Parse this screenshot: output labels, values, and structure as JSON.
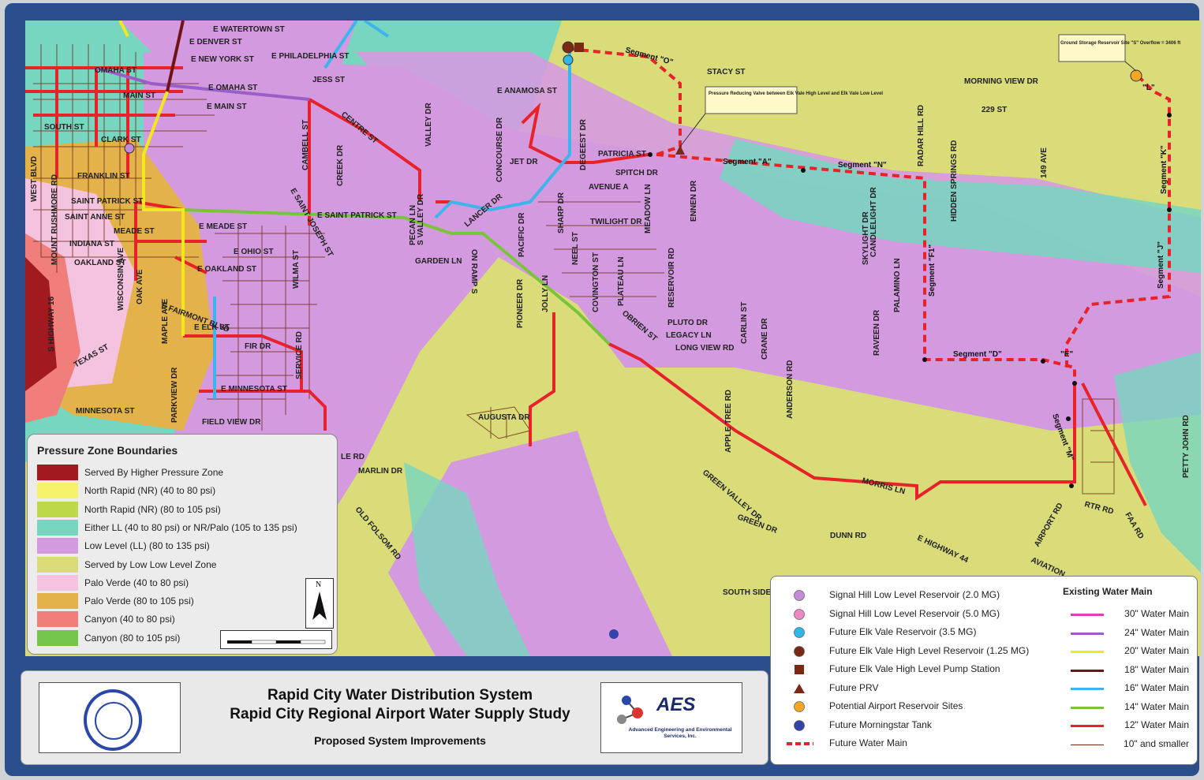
{
  "colors": {
    "higher": "#a11a1f",
    "nr40": "#f6f36a",
    "nr80": "#bcd94a",
    "either": "#76d6bf",
    "low": "#d49ae0",
    "lowlow": "#d9dc78",
    "pv40": "#f4c3df",
    "pv80": "#e3b24a",
    "canyon40": "#f07f7c",
    "canyon80": "#74c54c",
    "future": "#e8222a"
  },
  "legend": {
    "title": "Pressure Zone Boundaries",
    "items": [
      {
        "label": "Served By Higher Pressure Zone",
        "color": "#a11a1f"
      },
      {
        "label": "North Rapid (NR) (40 to 80 psi)",
        "color": "#f6f36a"
      },
      {
        "label": "North Rapid (NR) (80 to 105 psi)",
        "color": "#bcd94a"
      },
      {
        "label": "Either LL (40 to 80 psi) or NR/Palo (105 to 135 psi)",
        "color": "#76d6bf"
      },
      {
        "label": "Low Level (LL) (80 to 135 psi)",
        "color": "#d49ae0"
      },
      {
        "label": "Served by Low Low Level Zone",
        "color": "#d9dc78"
      },
      {
        "label": "Palo Verde (40 to 80 psi)",
        "color": "#f4c3df"
      },
      {
        "label": "Palo Verde (80 to 105 psi)",
        "color": "#e3b24a"
      },
      {
        "label": "Canyon (40 to 80 psi)",
        "color": "#f07f7c"
      },
      {
        "label": "Canyon (80 to 105 psi)",
        "color": "#74c54c"
      }
    ],
    "north": "N"
  },
  "facilities": [
    {
      "label": "Signal Hill Low Level Reservoir (2.0 MG)",
      "shape": "circle",
      "color": "#c58ad8"
    },
    {
      "label": "Signal Hill Low Level Reservoir (5.0 MG)",
      "shape": "circle",
      "color": "#ee88c4"
    },
    {
      "label": "Future Elk Vale Reservoir (3.5 MG)",
      "shape": "circle",
      "color": "#2fb7ea"
    },
    {
      "label": "Future Elk Vale High Level Reservoir (1.25 MG)",
      "shape": "circle",
      "color": "#7a2a14"
    },
    {
      "label": "Future Elk Vale High Level Pump Station",
      "shape": "square",
      "color": "#7a2a14"
    },
    {
      "label": "Future PRV",
      "shape": "triangle",
      "color": "#7a2a14"
    },
    {
      "label": "Potential Airport Reservoir Sites",
      "shape": "circle",
      "color": "#f6a623"
    },
    {
      "label": "Future Morningstar Tank",
      "shape": "circle",
      "color": "#3344a8"
    },
    {
      "label": "Future Water Main",
      "shape": "dash",
      "color": "#e8222a"
    }
  ],
  "mains": {
    "title": "Existing Water Main",
    "items": [
      {
        "label": "30\" Water Main",
        "color": "#e040b0"
      },
      {
        "label": "24\" Water Main",
        "color": "#9a5ec8"
      },
      {
        "label": "20\" Water Main",
        "color": "#f4e81a"
      },
      {
        "label": "18\" Water Main",
        "color": "#6e1414"
      },
      {
        "label": "16\" Water Main",
        "color": "#3fb4ea"
      },
      {
        "label": "14\" Water Main",
        "color": "#7ac43c"
      },
      {
        "label": "12\" Water Main",
        "color": "#e8222a"
      },
      {
        "label": "10\" and smaller",
        "color": "#6a2a14"
      }
    ]
  },
  "title": {
    "line1": "Rapid City Water Distribution System",
    "line2": "Rapid City Regional Airport Water Supply Study",
    "line3": "Proposed System Improvements",
    "logo_text": "AES",
    "logo_sub": "Advanced Engineering and Environmental Services, Inc."
  },
  "map": {
    "streets": [
      "E WATERTOWN ST",
      "E DENVER ST",
      "E NEW YORK ST",
      "E PHILADELPHIA ST",
      "OMAHA ST",
      "E OMAHA ST",
      "JESS ST",
      "MAIN ST",
      "E MAIN ST",
      "SOUTH ST",
      "CLARK ST",
      "FRANKLIN ST",
      "SAINT PATRICK ST",
      "SAINT ANNE ST",
      "MEADE ST",
      "INDIANA ST",
      "OAKLAND ST",
      "E MEADE ST",
      "E OHIO ST",
      "E OAKLAND ST",
      "E FAIRMONT BLVD",
      "E ELK ST",
      "FIR DR",
      "E MINNESOTA ST",
      "MINNESOTA ST",
      "TEXAS ST",
      "FIELD VIEW DR",
      "WEST BLVD",
      "MOUNT RUSHMORE RD",
      "S HIGHWAY 16",
      "WISCONSIN AVE",
      "OAK AVE",
      "MAPLE AVE",
      "PARKVIEW DR",
      "CAMBELL ST",
      "CREEK DR",
      "CENTRE ST",
      "E SAINT PATRICK ST",
      "E SAINT JOSEPH ST",
      "WILMA ST",
      "SERVICE RD",
      "PECAN LN",
      "S VALLEY DR",
      "GARDEN LN",
      "ON RAMP S",
      "LANCER DR",
      "VALLEY DR",
      "E ANAMOSA ST",
      "CONCOURSE DR",
      "JET DR",
      "PACIFIC DR",
      "PIONEER DR",
      "JOLLY LN",
      "SHARP DR",
      "NEEL ST",
      "DEGEEST DR",
      "PATRICIA ST",
      "SPITCH DR",
      "AVENUE A",
      "TWILIGHT DR",
      "MEADOW LN",
      "COVINGTON ST",
      "PLATEAU LN",
      "OBRIEN ST",
      "RESERVOIR RD",
      "PLUTO DR",
      "LEGACY LN",
      "LONG VIEW RD",
      "CARLIN ST",
      "CRANE DR",
      "ENNEN DR",
      "STACY ST",
      "MORNING VIEW DR",
      "229 ST",
      "RADAR HILL RD",
      "HIDDEN SPRINGS RD",
      "149 AVE",
      "SKYLIGHT DR",
      "CANDLELIGHT DR",
      "PALAMINO LN",
      "RAVEEN DR",
      "APPLE TREE RD",
      "ANDERSON RD",
      "AUGUSTA DR",
      "GREEN VALLEY DR",
      "GREEN DR",
      "MORRIS LN",
      "DUNN RD",
      "E HIGHWAY 44",
      "AIRPORT RD",
      "AVIATION",
      "FAA RD",
      "RTR RD",
      "PETTY JOHN RD",
      "OLD FOLSOM RD",
      "MARLIN DR",
      "SOUTH SIDE",
      "LE RD"
    ],
    "segments": [
      "Segment \"O\"",
      "Segment \"A\"",
      "Segment \"N\"",
      "Segment \"F1\"",
      "Segment \"D\"",
      "\"E\"",
      "Segment \"K\"",
      "Segment \"J\"",
      "\"L\"",
      "Segment \"M\""
    ],
    "callouts": {
      "prv": "Pressure Reducing Valve between Elk Vale High Level and Elk Vale Low Level",
      "reservoir": "Ground Storage Reservoir Site \"S\" Overflow = 3406 ft"
    }
  }
}
